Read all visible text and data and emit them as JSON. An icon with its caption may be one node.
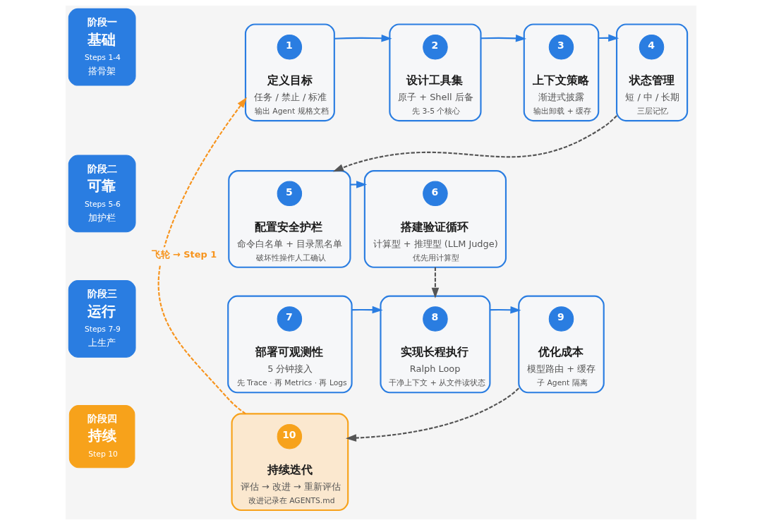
{
  "diagram": {
    "nodes": [
      {
        "text": [
          "阶段一",
          "基础",
          "Steps 1-4",
          "搭骨架"
        ]
      },
      {
        "text": [
          "定义目标",
          "任务 / 禁止 / 标准",
          "输出 Agent 规格文档"
        ]
      },
      {
        "text": [
          "1"
        ],
        "in": 1
      },
      {
        "text": [
          "设计工具集",
          "原子 + Shell 后备",
          "先 3-5 个核心"
        ]
      },
      {
        "text": [
          "2"
        ],
        "in": 3
      },
      {
        "text": [
          "上下文策略",
          "渐进式披露",
          "输出卸载 + 缓存"
        ]
      },
      {
        "text": [
          "3"
        ],
        "in": 5
      },
      {
        "text": [
          "状态管理",
          "短 / 中 / 长期",
          "三层记忆"
        ]
      },
      {
        "text": [
          "4"
        ],
        "in": 7
      },
      {
        "text": [
          "阶段二",
          "可靠",
          "Steps 5-6",
          "加护栏"
        ]
      },
      {
        "text": [
          "配置安全护栏",
          "命令白名单 + 目录黑名单",
          "破坏性操作人工确认"
        ]
      },
      {
        "text": [
          "5"
        ],
        "in": 10
      },
      {
        "text": [
          "搭建验证循环",
          "计算型 + 推理型 (LLM Judge)",
          "优先用计算型"
        ]
      },
      {
        "text": [
          "6"
        ],
        "in": 12
      },
      {
        "text": [
          "阶段三",
          "运行",
          "Steps 7-9",
          "上生产"
        ]
      },
      {
        "text": [
          "部署可观测性",
          "5 分钟接入",
          "先 Trace · 再 Metrics · 再 Logs"
        ]
      },
      {
        "text": [
          "7"
        ],
        "in": 15
      },
      {
        "text": [
          "实现长程执行",
          "Ralph Loop",
          "干净上下文 + 从文件读状态"
        ]
      },
      {
        "text": [
          "8"
        ],
        "in": 17
      },
      {
        "text": [
          "优化成本",
          "模型路由 + 缓存",
          "子 Agent 隔离"
        ]
      },
      {
        "text": [
          "9"
        ],
        "in": 19
      },
      {
        "text": [
          "阶段四",
          "持续",
          "Step 10"
        ]
      },
      {
        "text": [
          "持续迭代",
          "评估 → 改进 → 重新评估",
          "改进记录在 AGENTS.md"
        ]
      },
      {
        "text": [
          "10"
        ],
        "in": 22
      }
    ],
    "edges": [
      {
        "from": 1,
        "to": 3,
        "arrow": "to"
      },
      {
        "from": 3,
        "to": 5,
        "arrow": "to"
      },
      {
        "from": 5,
        "to": 7,
        "arrow": "to"
      },
      {
        "from": 7,
        "to": 10,
        "arrow": "to",
        "style": "dashed",
        "color": "#555555"
      },
      {
        "from": 10,
        "to": 12,
        "arrow": "to"
      },
      {
        "from": 12,
        "to": 17,
        "arrow": "to",
        "style": "dashed",
        "color": "#555555"
      },
      {
        "from": 15,
        "to": 17,
        "arrow": "to"
      },
      {
        "from": 17,
        "to": 19,
        "arrow": "to"
      },
      {
        "from": 19,
        "to": 22,
        "arrow": "to",
        "style": "dashed",
        "color": "#555555"
      },
      {
        "from": 22,
        "to": 1,
        "arrow": "to",
        "style": "dashed",
        "color": "#f7941d",
        "label": "飞轮 → Step 1"
      }
    ]
  }
}
